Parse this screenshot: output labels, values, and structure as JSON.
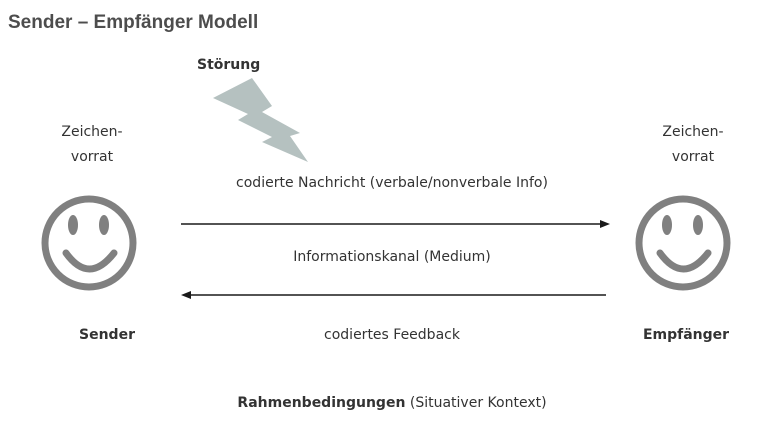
{
  "title": "Sender – Empfänger Modell",
  "disturbance": {
    "label": "Störung"
  },
  "sender": {
    "symbol_label_line1": "Zeichen-",
    "symbol_label_line2": "vorrat",
    "label": "Sender"
  },
  "receiver": {
    "symbol_label_line1": "Zeichen-",
    "symbol_label_line2": "vorrat",
    "label": "Empfänger"
  },
  "message": "codierte Nachricht (verbale/nonverbale Info)",
  "channel": "Informationskanal (Medium)",
  "feedback": "codiertes Feedback",
  "context": {
    "bold": "Rahmenbedingungen",
    "normal": " (Situativer Kontext)"
  },
  "colors": {
    "face": "#808080",
    "lightning": "#b5c1c0",
    "arrow": "#1a1a1a"
  }
}
